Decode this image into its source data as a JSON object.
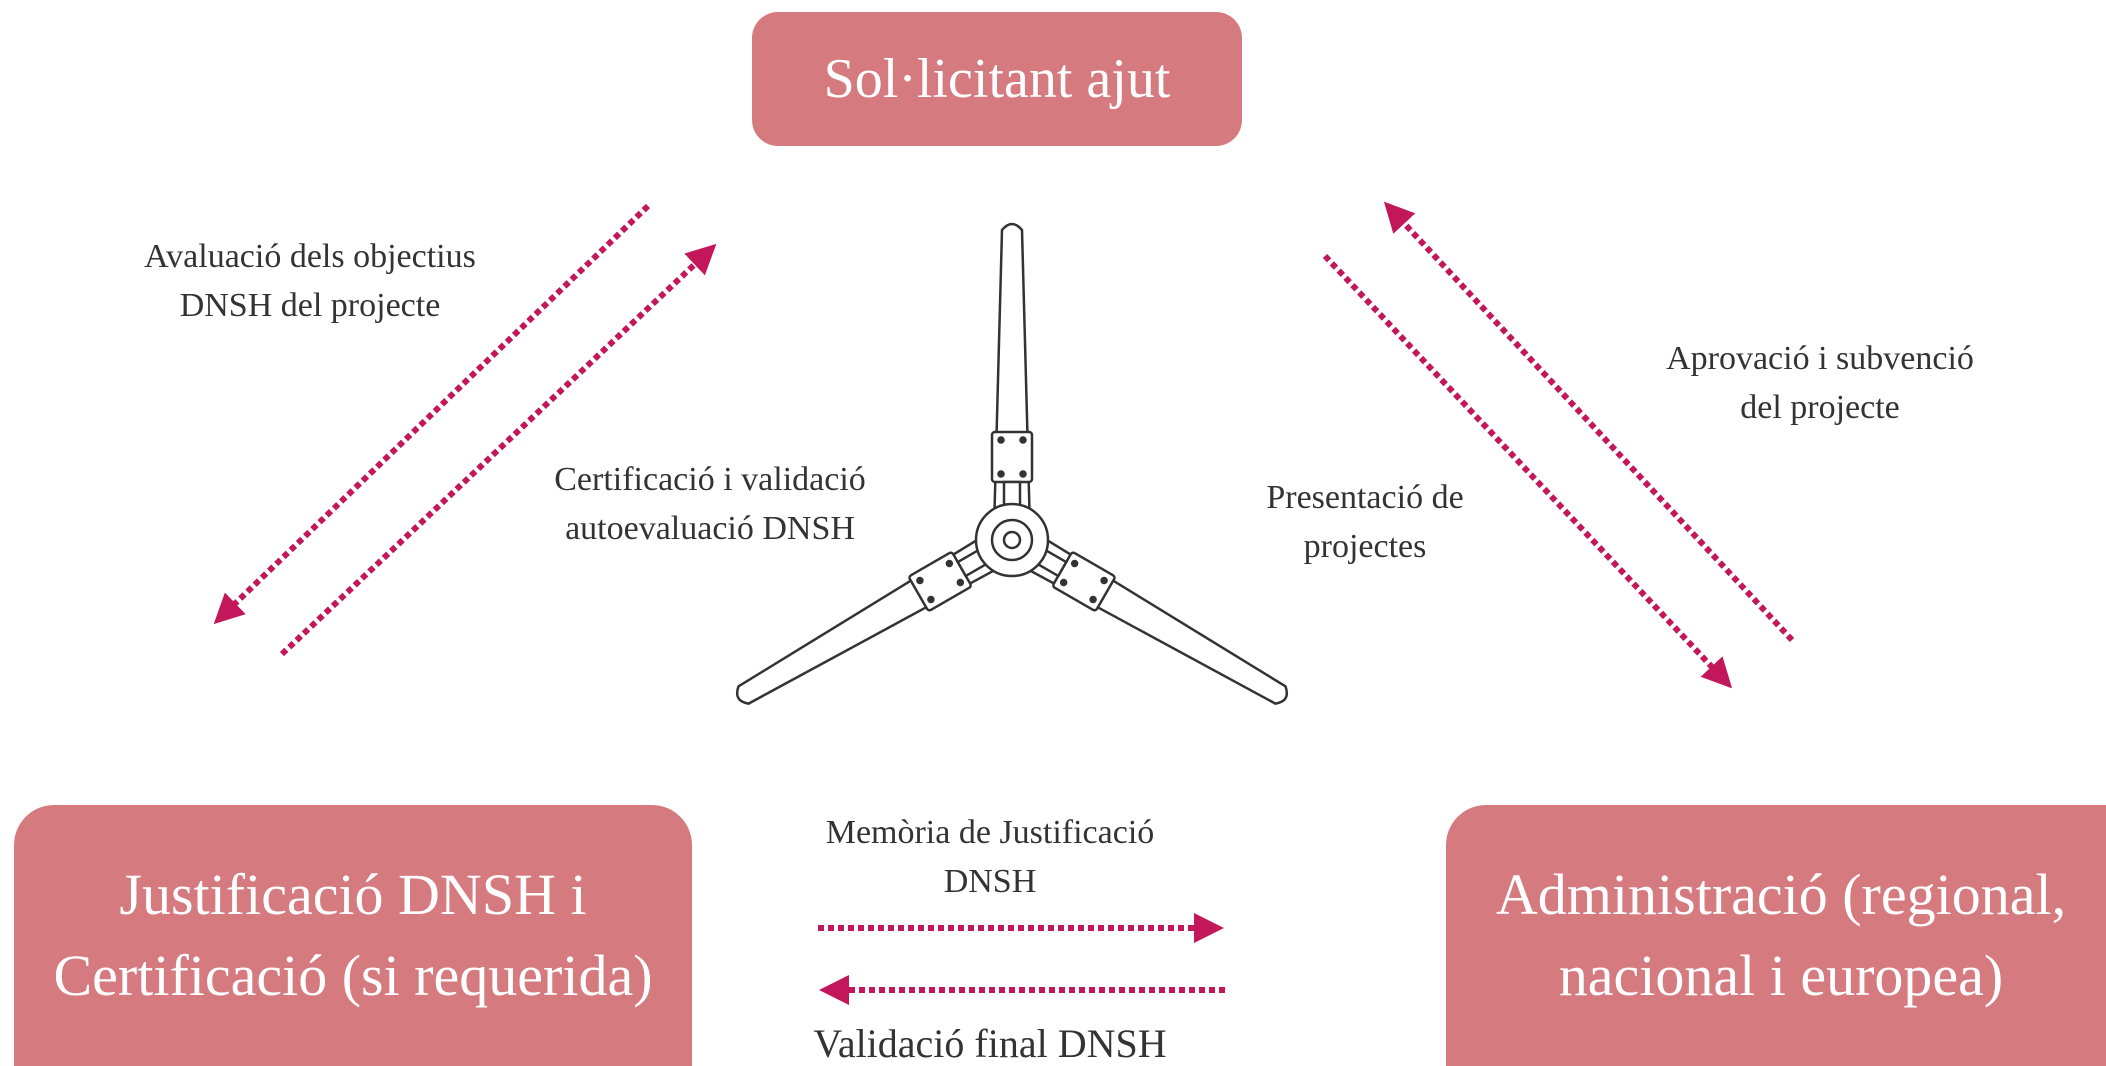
{
  "nodes": {
    "top": "Sol·licitant ajut",
    "left_line1": "Justificació DNSH i",
    "left_line2": "Certificació (si requerida)",
    "right_line1": "Administració (regional,",
    "right_line2": "nacional i europea)"
  },
  "edges": {
    "eval": "Avaluació dels objectius\nDNSH del projecte",
    "cert": "Certificació  i validació\nautoevaluació DNSH",
    "pres": "Presentació de\nprojectes",
    "aprov": "Aprovació i subvenció\ndel projecte",
    "memo": "Memòria de Justificació\nDNSH",
    "valid": "Validació final DNSH"
  },
  "colors": {
    "box": "#d57a7f",
    "arrow": "#c2185b",
    "text": "#333333",
    "box_text": "#ffffff"
  },
  "center_icon": "wind-turbine-icon"
}
